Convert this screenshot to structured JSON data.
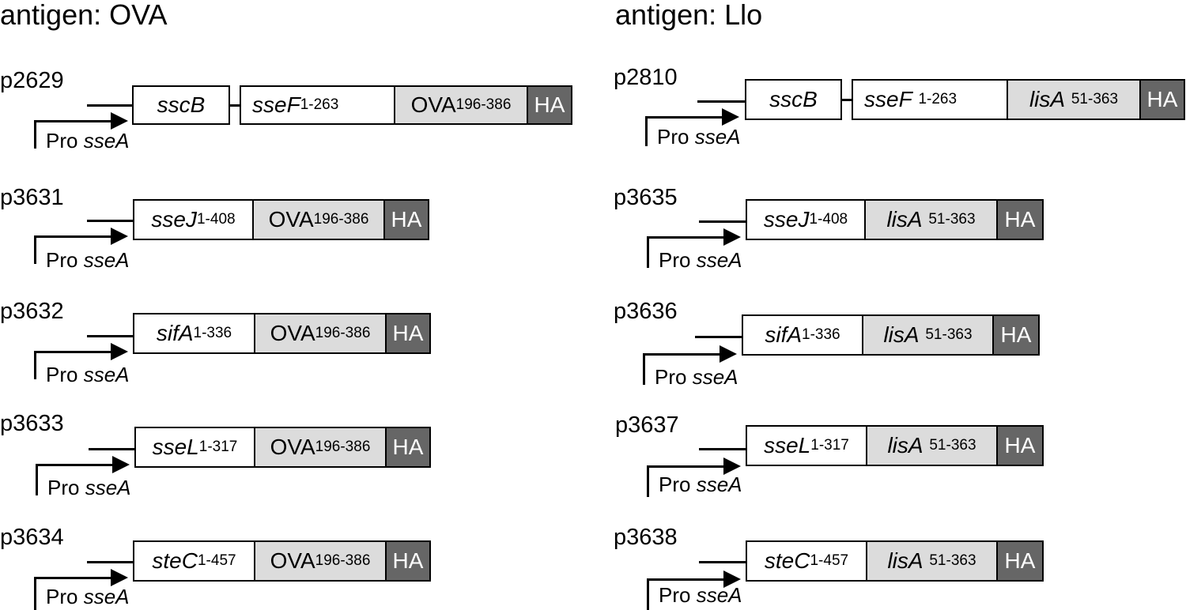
{
  "left_panel": {
    "heading": "antigen: OVA",
    "constructs": [
      {
        "id": "p2629",
        "promoter": {
          "prefix": "Pro",
          "gene": "sseA"
        },
        "chaperone": "sscB",
        "effector": {
          "name": "sseF",
          "range": "1-263"
        },
        "antigen": {
          "name": "OVA",
          "range": "196-386",
          "italic": false
        },
        "tag": "HA"
      },
      {
        "id": "p3631",
        "promoter": {
          "prefix": "Pro",
          "gene": "sseA"
        },
        "effector": {
          "name": "sseJ",
          "range": "1-408"
        },
        "antigen": {
          "name": "OVA",
          "range": "196-386",
          "italic": false
        },
        "tag": "HA"
      },
      {
        "id": "p3632",
        "promoter": {
          "prefix": "Pro",
          "gene": "sseA"
        },
        "effector": {
          "name": "sifA",
          "range": "1-336"
        },
        "antigen": {
          "name": "OVA",
          "range": "196-386",
          "italic": false
        },
        "tag": "HA"
      },
      {
        "id": "p3633",
        "promoter": {
          "prefix": "Pro",
          "gene": "sseA"
        },
        "effector": {
          "name": "sseL",
          "range": "1-317"
        },
        "antigen": {
          "name": "OVA",
          "range": "196-386",
          "italic": false
        },
        "tag": "HA"
      },
      {
        "id": "p3634",
        "promoter": {
          "prefix": "Pro",
          "gene": "sseA"
        },
        "effector": {
          "name": "steC",
          "range": "1-457"
        },
        "antigen": {
          "name": "OVA",
          "range": "196-386",
          "italic": false
        },
        "tag": "HA"
      }
    ]
  },
  "right_panel": {
    "heading": "antigen: Llo",
    "constructs": [
      {
        "id": "p2810",
        "promoter": {
          "prefix": "Pro",
          "gene": "sseA"
        },
        "chaperone": "sscB",
        "effector": {
          "name": "sseF",
          "range": "1-263"
        },
        "antigen": {
          "name": "lisA",
          "range": "51-363",
          "italic": true
        },
        "tag": "HA"
      },
      {
        "id": "p3635",
        "promoter": {
          "prefix": "Pro",
          "gene": "sseA"
        },
        "effector": {
          "name": "sseJ",
          "range": "1-408"
        },
        "antigen": {
          "name": "lisA",
          "range": "51-363",
          "italic": true
        },
        "tag": "HA"
      },
      {
        "id": "p3636",
        "promoter": {
          "prefix": "Pro",
          "gene": "sseA"
        },
        "effector": {
          "name": "sifA",
          "range": "1-336"
        },
        "antigen": {
          "name": "lisA",
          "range": "51-363",
          "italic": true
        },
        "tag": "HA"
      },
      {
        "id": "p3637",
        "promoter": {
          "prefix": "Pro",
          "gene": "sseA"
        },
        "effector": {
          "name": "sseL",
          "range": "1-317"
        },
        "antigen": {
          "name": "lisA",
          "range": "51-363",
          "italic": true
        },
        "tag": "HA"
      },
      {
        "id": "p3638",
        "promoter": {
          "prefix": "Pro",
          "gene": "sseA"
        },
        "effector": {
          "name": "steC",
          "range": "1-457"
        },
        "antigen": {
          "name": "lisA",
          "range": "51-363",
          "italic": true
        },
        "tag": "HA"
      }
    ]
  },
  "colors": {
    "effector_box": "#ffffff",
    "antigen_box": "#dcdcdc",
    "tag_box": "#666666",
    "tag_text": "#ffffff"
  }
}
